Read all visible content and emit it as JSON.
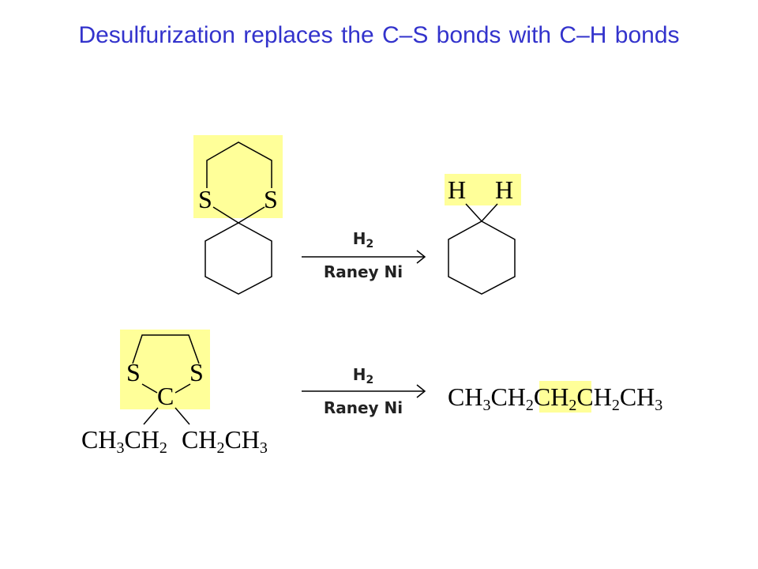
{
  "title": "Desulfurization replaces the C–S bonds with C–H bonds",
  "colors": {
    "title": "#3333cc",
    "highlight": "#ffff99"
  },
  "reaction1": {
    "reactant_atoms": [
      "S",
      "S"
    ],
    "reagent": {
      "top_main": "H",
      "top_sub": "2",
      "bottom": "Raney Ni"
    },
    "product_atoms": [
      "H",
      "H"
    ]
  },
  "reaction2": {
    "reactant_atoms": {
      "s_left": "S",
      "s_right": "S",
      "center": "C"
    },
    "reactant_groups": {
      "left": [
        {
          "t": "CH"
        },
        {
          "s": "3"
        },
        {
          "t": "CH"
        },
        {
          "s": "2"
        }
      ],
      "right": [
        {
          "t": "CH"
        },
        {
          "s": "2"
        },
        {
          "t": "CH"
        },
        {
          "s": "3"
        }
      ]
    },
    "reagent": {
      "top_main": "H",
      "top_sub": "2",
      "bottom": "Raney Ni"
    },
    "product": {
      "p1": "CH",
      "p1s": "3",
      "p2": "CH",
      "p2s": "2",
      "p3": "CH",
      "p3s": "2",
      "p4": "CH",
      "p4s": "2",
      "p5": "CH",
      "p5s": "3"
    }
  }
}
